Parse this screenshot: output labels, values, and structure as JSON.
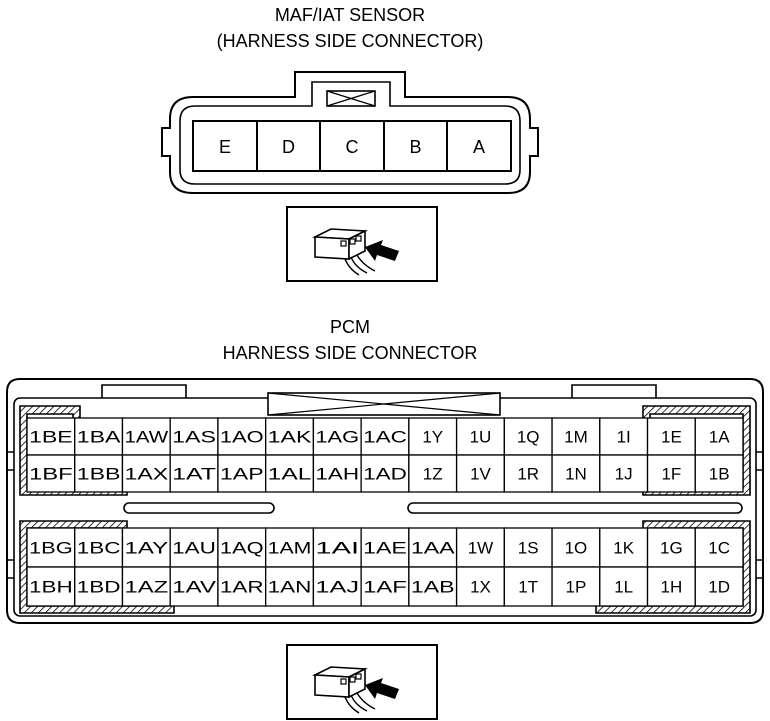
{
  "maf_title": {
    "line1": "MAF/IAT SENSOR",
    "line2": "(HARNESS SIDE CONNECTOR)"
  },
  "maf_pins": [
    "E",
    "D",
    "C",
    "B",
    "A"
  ],
  "pcm_title": {
    "line1": "PCM",
    "line2": "HARNESS SIDE CONNECTOR"
  },
  "pcm_upper_rows": [
    [
      "1BE",
      "1BA",
      "1AW",
      "1AS",
      "1AO",
      "1AK",
      "1AG",
      "1AC",
      "1Y",
      "1U",
      "1Q",
      "1M",
      "1I",
      "1E",
      "1A"
    ],
    [
      "1BF",
      "1BB",
      "1AX",
      "1AT",
      "1AP",
      "1AL",
      "1AH",
      "1AD",
      "1Z",
      "1V",
      "1R",
      "1N",
      "1J",
      "1F",
      "1B"
    ]
  ],
  "pcm_lower_rows": [
    [
      "1BG",
      "1BC",
      "1AY",
      "1AU",
      "1AQ",
      "1AM",
      "1AI",
      "1AE",
      "1AA",
      "1W",
      "1S",
      "1O",
      "1K",
      "1G",
      "1C"
    ],
    [
      "1BH",
      "1BD",
      "1AZ",
      "1AV",
      "1AR",
      "1AN",
      "1AJ",
      "1AF",
      "1AB",
      "1X",
      "1T",
      "1P",
      "1L",
      "1H",
      "1D"
    ]
  ],
  "colors": {
    "line": "#000000",
    "background": "#ffffff"
  }
}
